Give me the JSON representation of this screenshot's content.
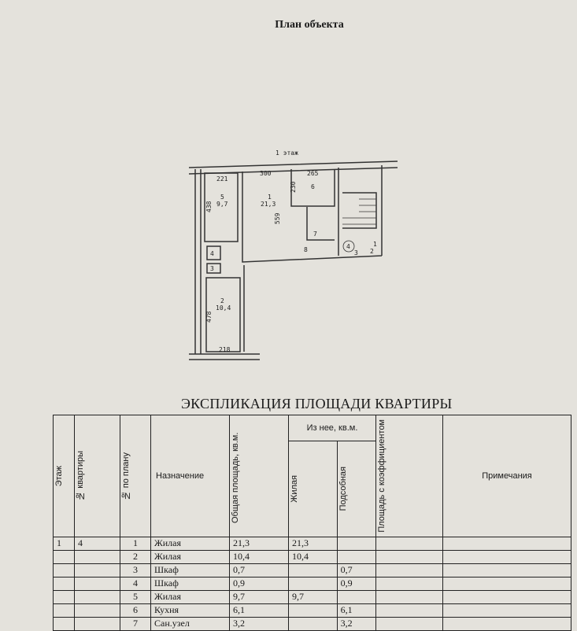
{
  "title": "План объекта",
  "plan": {
    "floor_label": "1 этаж",
    "dims": [
      "221",
      "300",
      "265",
      "230",
      "438",
      "559",
      "478",
      "218"
    ],
    "rooms": [
      {
        "num": "5",
        "area": "9,7"
      },
      {
        "num": "1",
        "area": "21,3"
      },
      {
        "num": "6"
      },
      {
        "num": "7"
      },
      {
        "num": "8"
      },
      {
        "num": "4"
      },
      {
        "num": "3"
      },
      {
        "num": "2",
        "area": "10,4"
      }
    ],
    "stair_labels": [
      "4",
      "3",
      "2",
      "1"
    ]
  },
  "caption": "ЭКСПЛИКАЦИЯ ПЛОЩАДИ КВАРТИРЫ",
  "table": {
    "headers": {
      "floor": "Этаж",
      "apt": "№ квартиры",
      "plan_no": "№ по плану",
      "purpose": "Назначение",
      "total": "Общая площадь, кв.м.",
      "of_which": "Из нее, кв.м.",
      "living": "Жилая",
      "aux": "Подсобная",
      "coef": "Площадь с коэффициентом",
      "notes": "Примечания"
    },
    "rows": [
      {
        "floor": "1",
        "apt": "4",
        "no": "1",
        "purpose": "Жилая",
        "total": "21,3",
        "living": "21,3",
        "aux": ""
      },
      {
        "floor": "",
        "apt": "",
        "no": "2",
        "purpose": "Жилая",
        "total": "10,4",
        "living": "10,4",
        "aux": ""
      },
      {
        "floor": "",
        "apt": "",
        "no": "3",
        "purpose": "Шкаф",
        "total": "0,7",
        "living": "",
        "aux": "0,7"
      },
      {
        "floor": "",
        "apt": "",
        "no": "4",
        "purpose": "Шкаф",
        "total": "0,9",
        "living": "",
        "aux": "0,9"
      },
      {
        "floor": "",
        "apt": "",
        "no": "5",
        "purpose": "Жилая",
        "total": "9,7",
        "living": "9,7",
        "aux": ""
      },
      {
        "floor": "",
        "apt": "",
        "no": "6",
        "purpose": "Кухня",
        "total": "6,1",
        "living": "",
        "aux": "6,1"
      },
      {
        "floor": "",
        "apt": "",
        "no": "7",
        "purpose": "Сан.узел",
        "total": "3,2",
        "living": "",
        "aux": "3,2"
      }
    ]
  }
}
